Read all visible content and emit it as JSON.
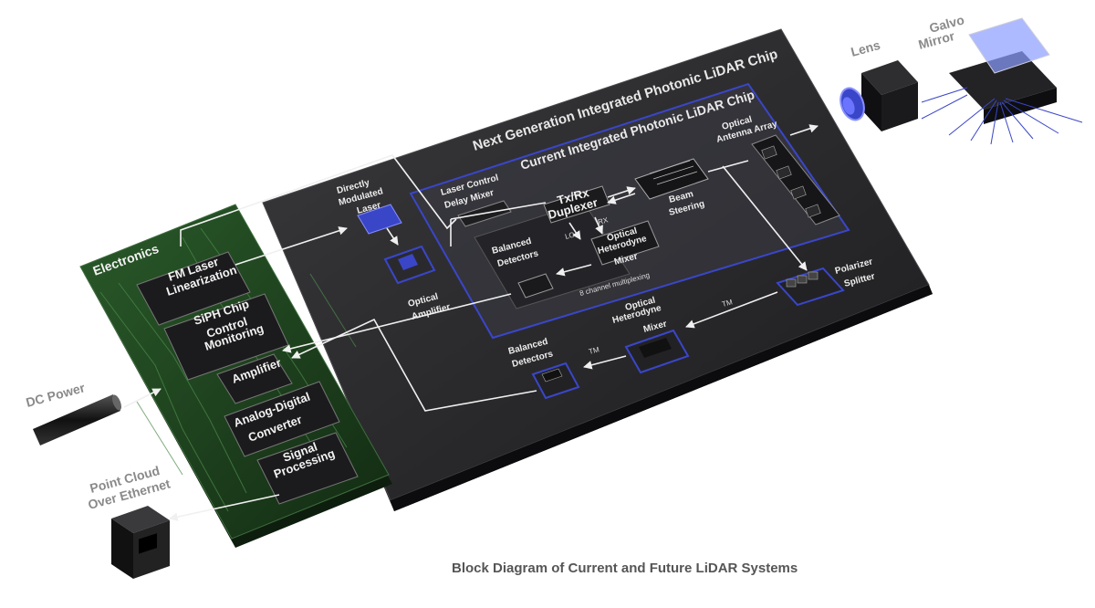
{
  "caption": "Block Diagram of Current and Future LiDAR Systems",
  "chips": {
    "next_gen": "Next Generation Integrated Photonic LiDAR Chip",
    "current": "Current Integrated Photonic LiDAR Chip"
  },
  "electronics": {
    "title": "Electronics",
    "fm_laser": [
      "FM Laser",
      "Linearization"
    ],
    "siph": [
      "SiPH Chip",
      "Control",
      "Monitoring"
    ],
    "amplifier": "Amplifier",
    "adc": [
      "Analog-Digital",
      "Converter"
    ],
    "signal": [
      "Signal",
      "Processing"
    ]
  },
  "external": {
    "dc_power": "DC Power",
    "point_cloud": [
      "Point Cloud",
      "Over Ethernet"
    ],
    "lens": "Lens",
    "galvo": [
      "Galvo",
      "Mirror"
    ]
  },
  "blocks": {
    "laser": [
      "Directly",
      "Modulated",
      "Laser"
    ],
    "opt_amp": [
      "Optical",
      "Amplifier"
    ],
    "laser_ctrl": [
      "Laser Control",
      "Delay Mixer"
    ],
    "duplexer": [
      "Tx/Rx",
      "Duplexer"
    ],
    "bal_det_in": [
      "Balanced",
      "Detectors"
    ],
    "het_mixer_in": [
      "Optical",
      "Heterodyne",
      "Mixer"
    ],
    "beam": [
      "Beam",
      "Steering"
    ],
    "antenna": [
      "Optical",
      "Antenna Array"
    ],
    "polarizer": [
      "Polarizer",
      "Splitter"
    ],
    "het_mixer_out": [
      "Optical",
      "Heterodyne",
      "Mixer"
    ],
    "bal_det_out": [
      "Balanced",
      "Detectors"
    ],
    "multiplex": "8 channel multiplexing",
    "lo": "LO",
    "rx": "RX",
    "tm1": "TM",
    "tm2": "TM"
  },
  "colors": {
    "accent_blue": "#3a46c8",
    "pcb_green": "#1f4a1f",
    "board": "#2a2a2c"
  }
}
